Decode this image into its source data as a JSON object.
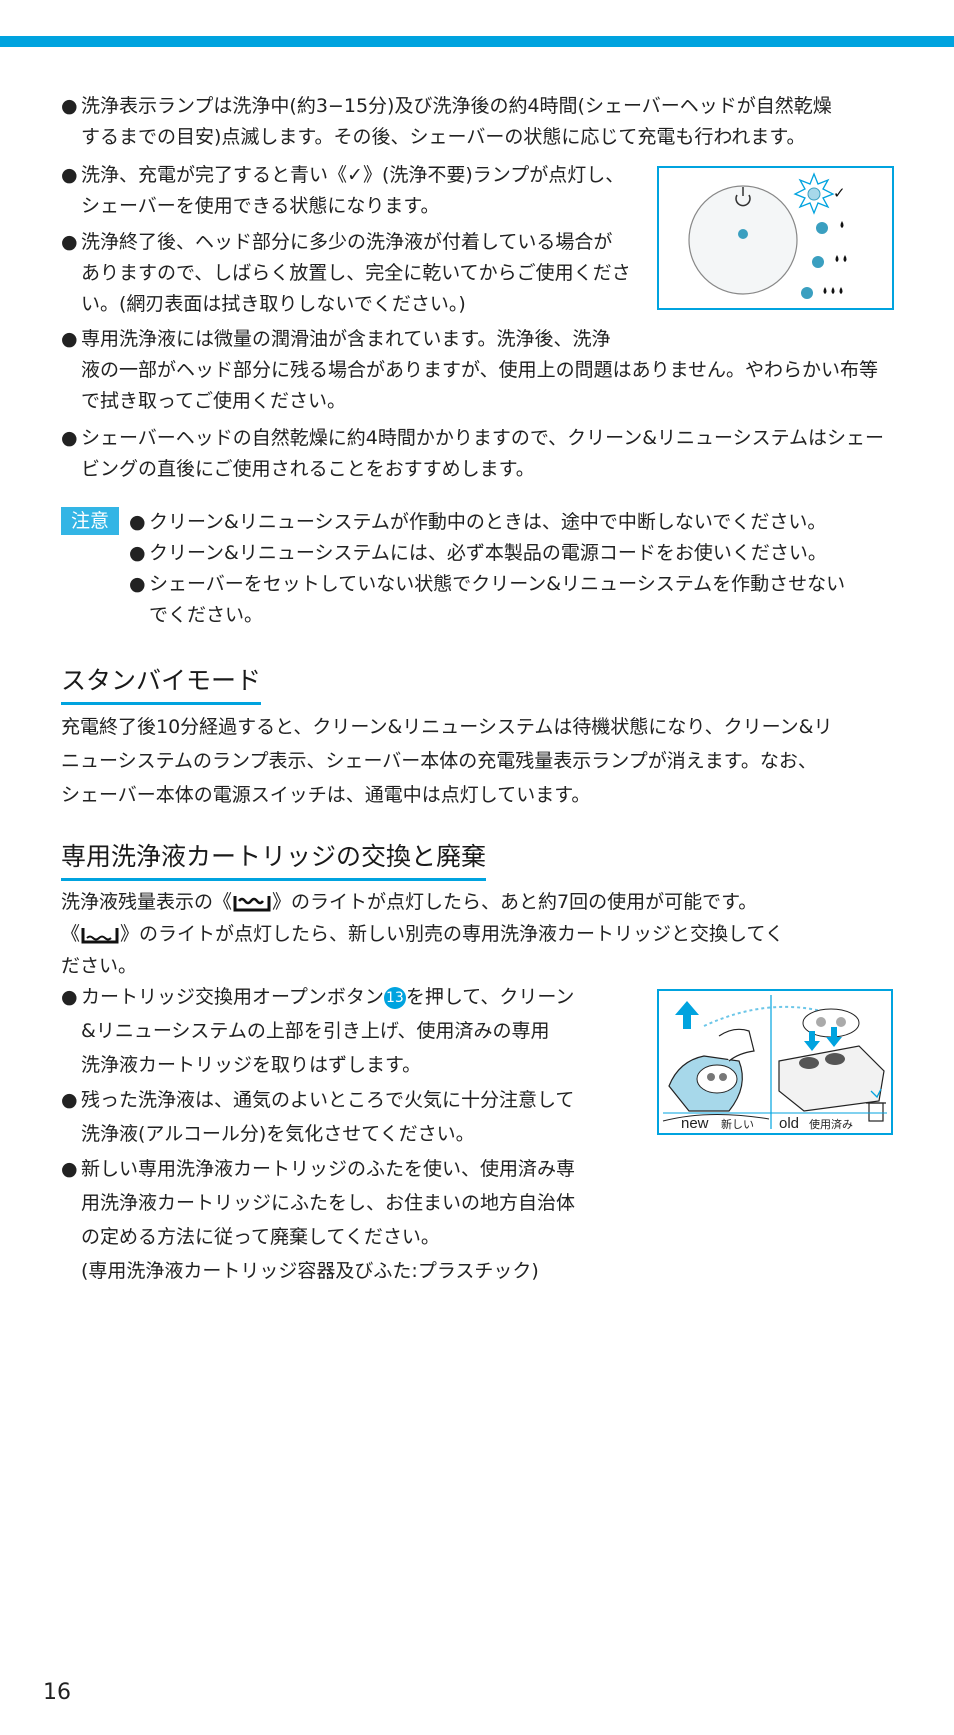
{
  "bullet": "●",
  "paragraphs": {
    "p1": [
      "洗浄表示ランプは洗浄中(約3−15分)及び洗浄後の約4時間(シェーバーヘッドが自然乾燥",
      "するまでの目安)点滅します。その後、シェーバーの状態に応じて充電も行われます。"
    ],
    "p2": [
      "洗浄、充電が完了すると青い《",
      "》(洗浄不要)ランプが点灯し、",
      "シェーバーを使用できる状態になります。"
    ],
    "p3": [
      "洗浄終了後、ヘッド部分に多少の洗浄液が付着している場合が",
      "ありますので、しばらく放置し、完全に乾いてからご使用くださ",
      "い。(網刃表面は拭き取りしないでください。)"
    ],
    "p4": [
      "専用洗浄液には微量の潤滑油が含まれています。洗浄後、洗浄",
      "液の一部がヘッド部分に残る場合がありますが、使用上の問題はありません。やわらかい布等",
      "で拭き取ってご使用ください。"
    ],
    "p5": [
      "シェーバーヘッドの自然乾燥に約4時間かかりますので、クリーン&リニューシステムはシェー",
      "ビングの直後にご使用されることをおすすめします。"
    ]
  },
  "caution": {
    "label": "注意",
    "items": [
      [
        "クリーン&リニューシステムが作動中のときは、途中で中断しないでください。"
      ],
      [
        "クリーン&リニューシステムには、必ず本製品の電源コードをお使いください。"
      ],
      [
        "シェーバーをセットしていない状態でクリーン&リニューシステムを作動させない",
        "でください。"
      ]
    ]
  },
  "standby": {
    "title": "スタンバイモード",
    "lines": [
      "充電終了後10分経過すると、クリーン&リニューシステムは待機状態になり、クリーン&リ",
      "ニューシステムのランプ表示、シェーバー本体の充電残量表示ランプが消えます。なお、",
      "シェーバー本体の電源スイッチは、通電中は点灯しています。"
    ]
  },
  "cartridge": {
    "title": "専用洗浄液カートリッジの交換と廃棄",
    "intro": [
      [
        "洗浄液残量表示の《",
        "》のライトが点灯したら、あと約7回の使用が可能です。"
      ],
      [
        "《",
        "》のライトが点灯したら、新しい別売の専用洗浄液カートリッジと交換してく"
      ],
      [
        "ださい。"
      ]
    ],
    "b1": [
      "カートリッジ交換用オープンボタン",
      "13",
      "を押して、クリーン",
      "&リニューシステムの上部を引き上げ、使用済みの専用",
      "洗浄液カートリッジを取りはずします。"
    ],
    "b2": [
      "残った洗浄液は、通気のよいところで火気に十分注意して",
      "洗浄液(アルコール分)を気化させてください。"
    ],
    "b3": [
      "新しい専用洗浄液カートリッジのふたを使い、使用済み専",
      "用洗浄液カートリッジにふたをし、お住まいの地方自治体",
      "の定める方法に従って廃棄してください。",
      "(専用洗浄液カートリッジ容器及びふた:プラスチック)"
    ]
  },
  "figure_lamps": {
    "check_mark": "✓"
  },
  "figure_cartridge": {
    "label_new": "new",
    "label_new_jp": "新しい",
    "label_old": "old",
    "label_old_jp": "使用済み"
  },
  "page_number": "16",
  "colors": {
    "accent": "#00a3df",
    "lamp": "#3a9fc0"
  }
}
